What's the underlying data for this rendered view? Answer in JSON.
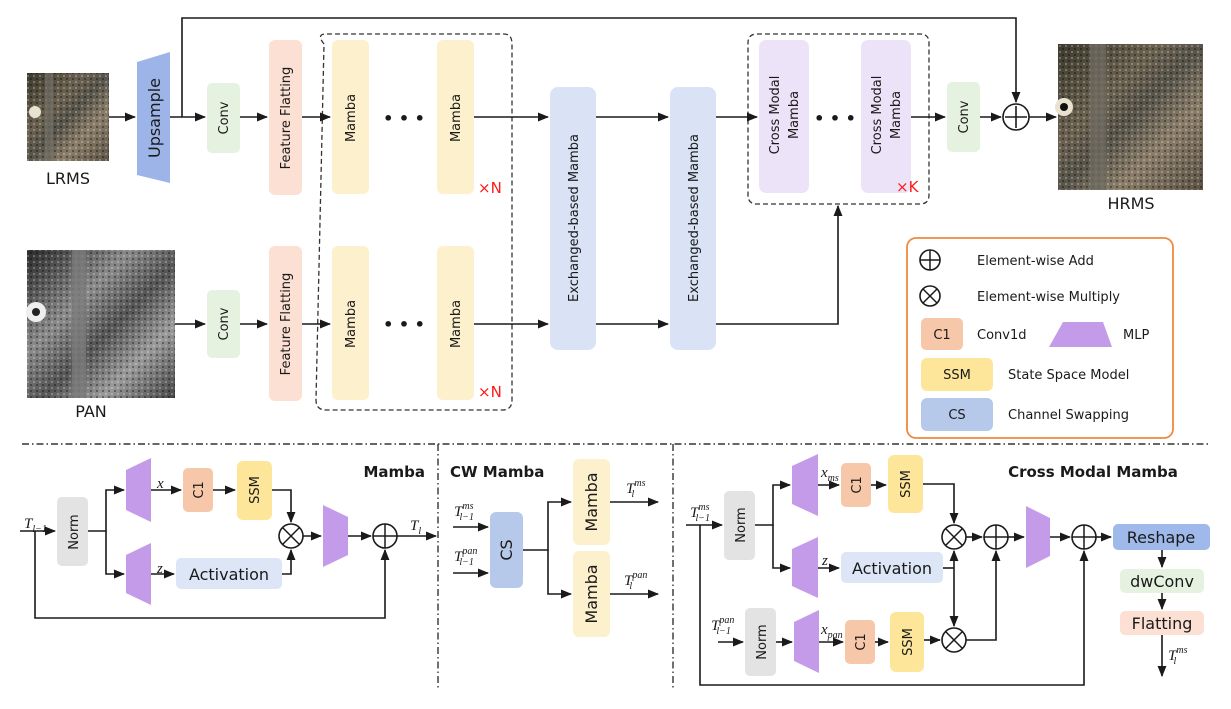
{
  "colors": {
    "upsample": "#9db4e8",
    "conv": "#e6f2e0",
    "flatting": "#fbe0d3",
    "mamba": "#fdf0cc",
    "exchanged": "#d9e3f5",
    "cross_modal": "#ede3f8",
    "legend_border": "#ed8a3f",
    "c1": "#f6c7a8",
    "ssm": "#fde59a",
    "cs": "#b7c9ea",
    "mlp": "#c39be8",
    "norm": "#e3e3e3",
    "activation": "#dce6f6",
    "reshape": "#9fb9ea",
    "dwconv": "#e6f2e0",
    "flatting_small": "#fbe0d3",
    "repeat_marker": "#ff1a1a"
  },
  "top": {
    "inputs": {
      "lrms": "LRMS",
      "pan": "PAN",
      "output": "HRMS"
    },
    "upsample": "Upsample",
    "conv": "Conv",
    "feature_flatting": "Feature Flatting",
    "mamba": "Mamba",
    "ellipsis": "• • •",
    "repeat_n": "×N",
    "repeat_k": "×K",
    "exchanged_mamba": "Exchanged-based  Mamba",
    "cross_modal_line1": "Cross  Modal",
    "cross_modal_line2": "Mamba"
  },
  "legend": {
    "items": [
      {
        "icon": "add-icon",
        "label": "Element-wise Add"
      },
      {
        "icon": "multiply-icon",
        "label": "Element-wise Multiply"
      },
      {
        "badge": "C1",
        "label": "Conv1d"
      },
      {
        "icon": "mlp-icon",
        "label": "MLP"
      },
      {
        "badge": "SSM",
        "label": "State Space Model"
      },
      {
        "badge": "CS",
        "label": "Channel Swapping"
      }
    ]
  },
  "mamba_block": {
    "title": "Mamba",
    "input": "T",
    "input_sub": "l−1",
    "output": "T",
    "output_sub": "l",
    "norm": "Norm",
    "x": "x",
    "z": "z",
    "c1": "C1",
    "ssm": "SSM",
    "activation": "Activation"
  },
  "cw_mamba": {
    "title": "CW Mamba",
    "in_ms": "T",
    "in_ms_sup": "ms",
    "in_pan_sup": "pan",
    "in_sub": "l−1",
    "cs": "CS",
    "mamba": "Mamba",
    "out_sub": "l"
  },
  "cross_modal_block": {
    "title": "Cross  Modal  Mamba",
    "norm": "Norm",
    "x_ms": "x",
    "x_ms_sub": "ms",
    "x_pan_sub": "pan",
    "z": "z",
    "c1": "C1",
    "ssm": "SSM",
    "activation": "Activation",
    "reshape": "Reshape",
    "dwconv": "dwConv",
    "flatting": "Flatting",
    "T": "T",
    "ms": "ms",
    "pan": "pan",
    "l": "l",
    "lm1": "l−1"
  }
}
